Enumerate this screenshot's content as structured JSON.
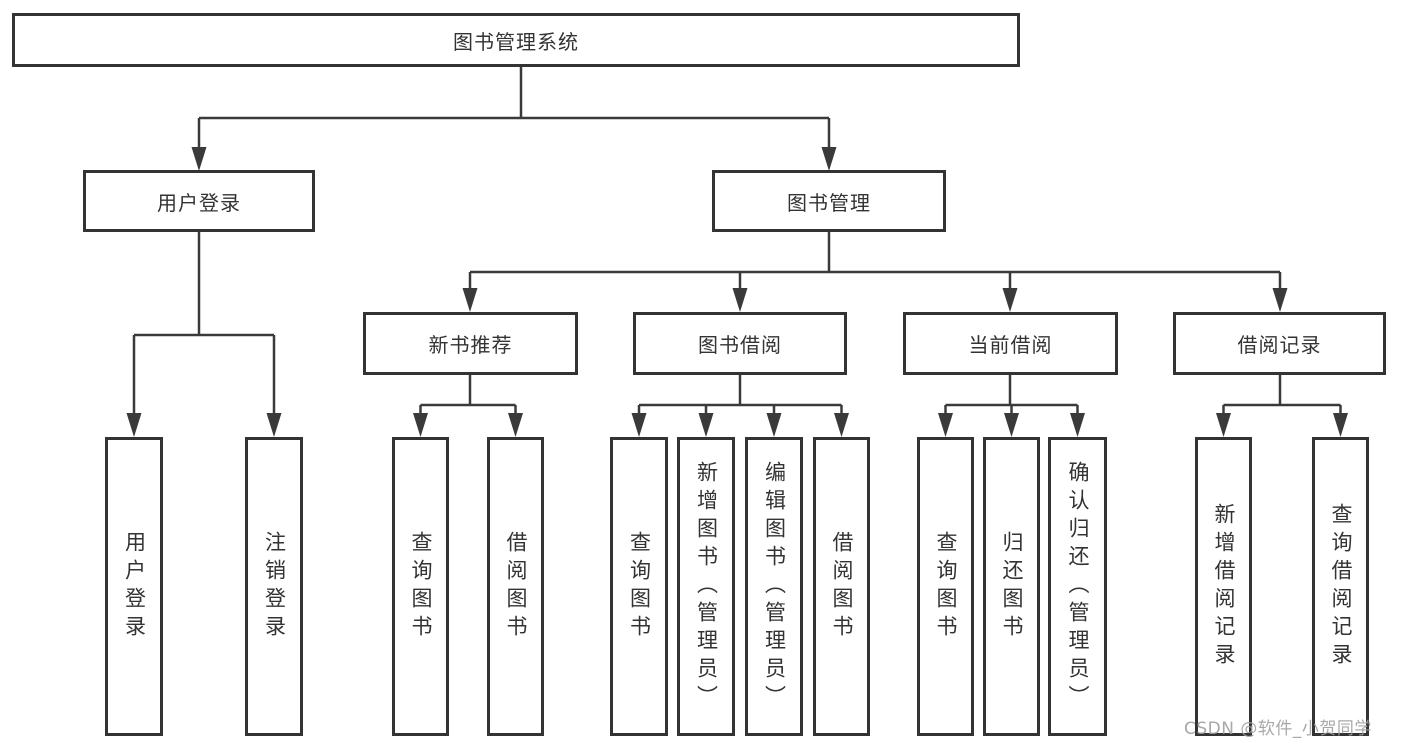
{
  "diagram": {
    "title": "图书管理系统",
    "root": "图书管理系统",
    "branches": [
      {
        "label": "用户登录",
        "children": [
          "用户登录",
          "注销登录"
        ]
      },
      {
        "label": "图书管理",
        "groups": [
          {
            "label": "新书推荐",
            "children": [
              "查询图书",
              "借阅图书"
            ]
          },
          {
            "label": "图书借阅",
            "children": [
              "查询图书",
              "新增图书（管理员）",
              "编辑图书（管理员）",
              "借阅图书"
            ]
          },
          {
            "label": "当前借阅",
            "children": [
              "查询图书",
              "归还图书",
              "确认归还（管理员）"
            ]
          },
          {
            "label": "借阅记录",
            "children": [
              "新增借阅记录",
              "查询借阅记录"
            ]
          }
        ]
      }
    ],
    "line_color": "#3a3a3a",
    "border_color": "#333333",
    "background_color": "#ffffff"
  },
  "watermark": "CSDN @软件_小贺同学"
}
